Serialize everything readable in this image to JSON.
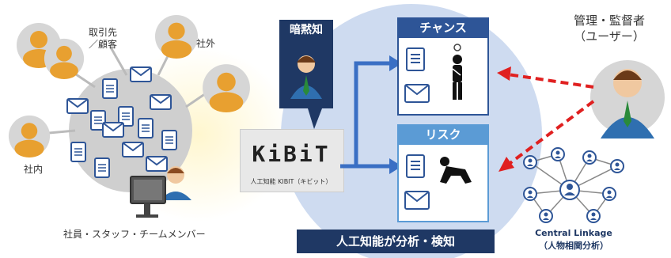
{
  "labels": {
    "clients": "取引先\n／顧客",
    "external": "社外",
    "internal": "社内",
    "staff": "社員・スタッフ・チームメンバー",
    "tacit": "暗黙知",
    "logo": "KiBiT",
    "logo_caption": "人工知能 KIBIT（キビット）",
    "chance": "チャンス",
    "risk": "リスク",
    "manager": "管理・監督者\n（ユーザー）",
    "ai_banner": "人工知能が分析・検知",
    "central_1": "Central Linkage",
    "central_2": "（人物相関分析）"
  },
  "colors": {
    "navy": "#1f3864",
    "box_blue": "#2e5597",
    "risk_blue": "#5b9bd5",
    "arrow_blue": "#3a6fc4",
    "dashed_red": "#e02020",
    "circle_blue": "#c9d7ee",
    "halo_yellow": "#fff3c4",
    "person_gold": "#e8a030",
    "suit_blue": "#2f6fb0"
  }
}
